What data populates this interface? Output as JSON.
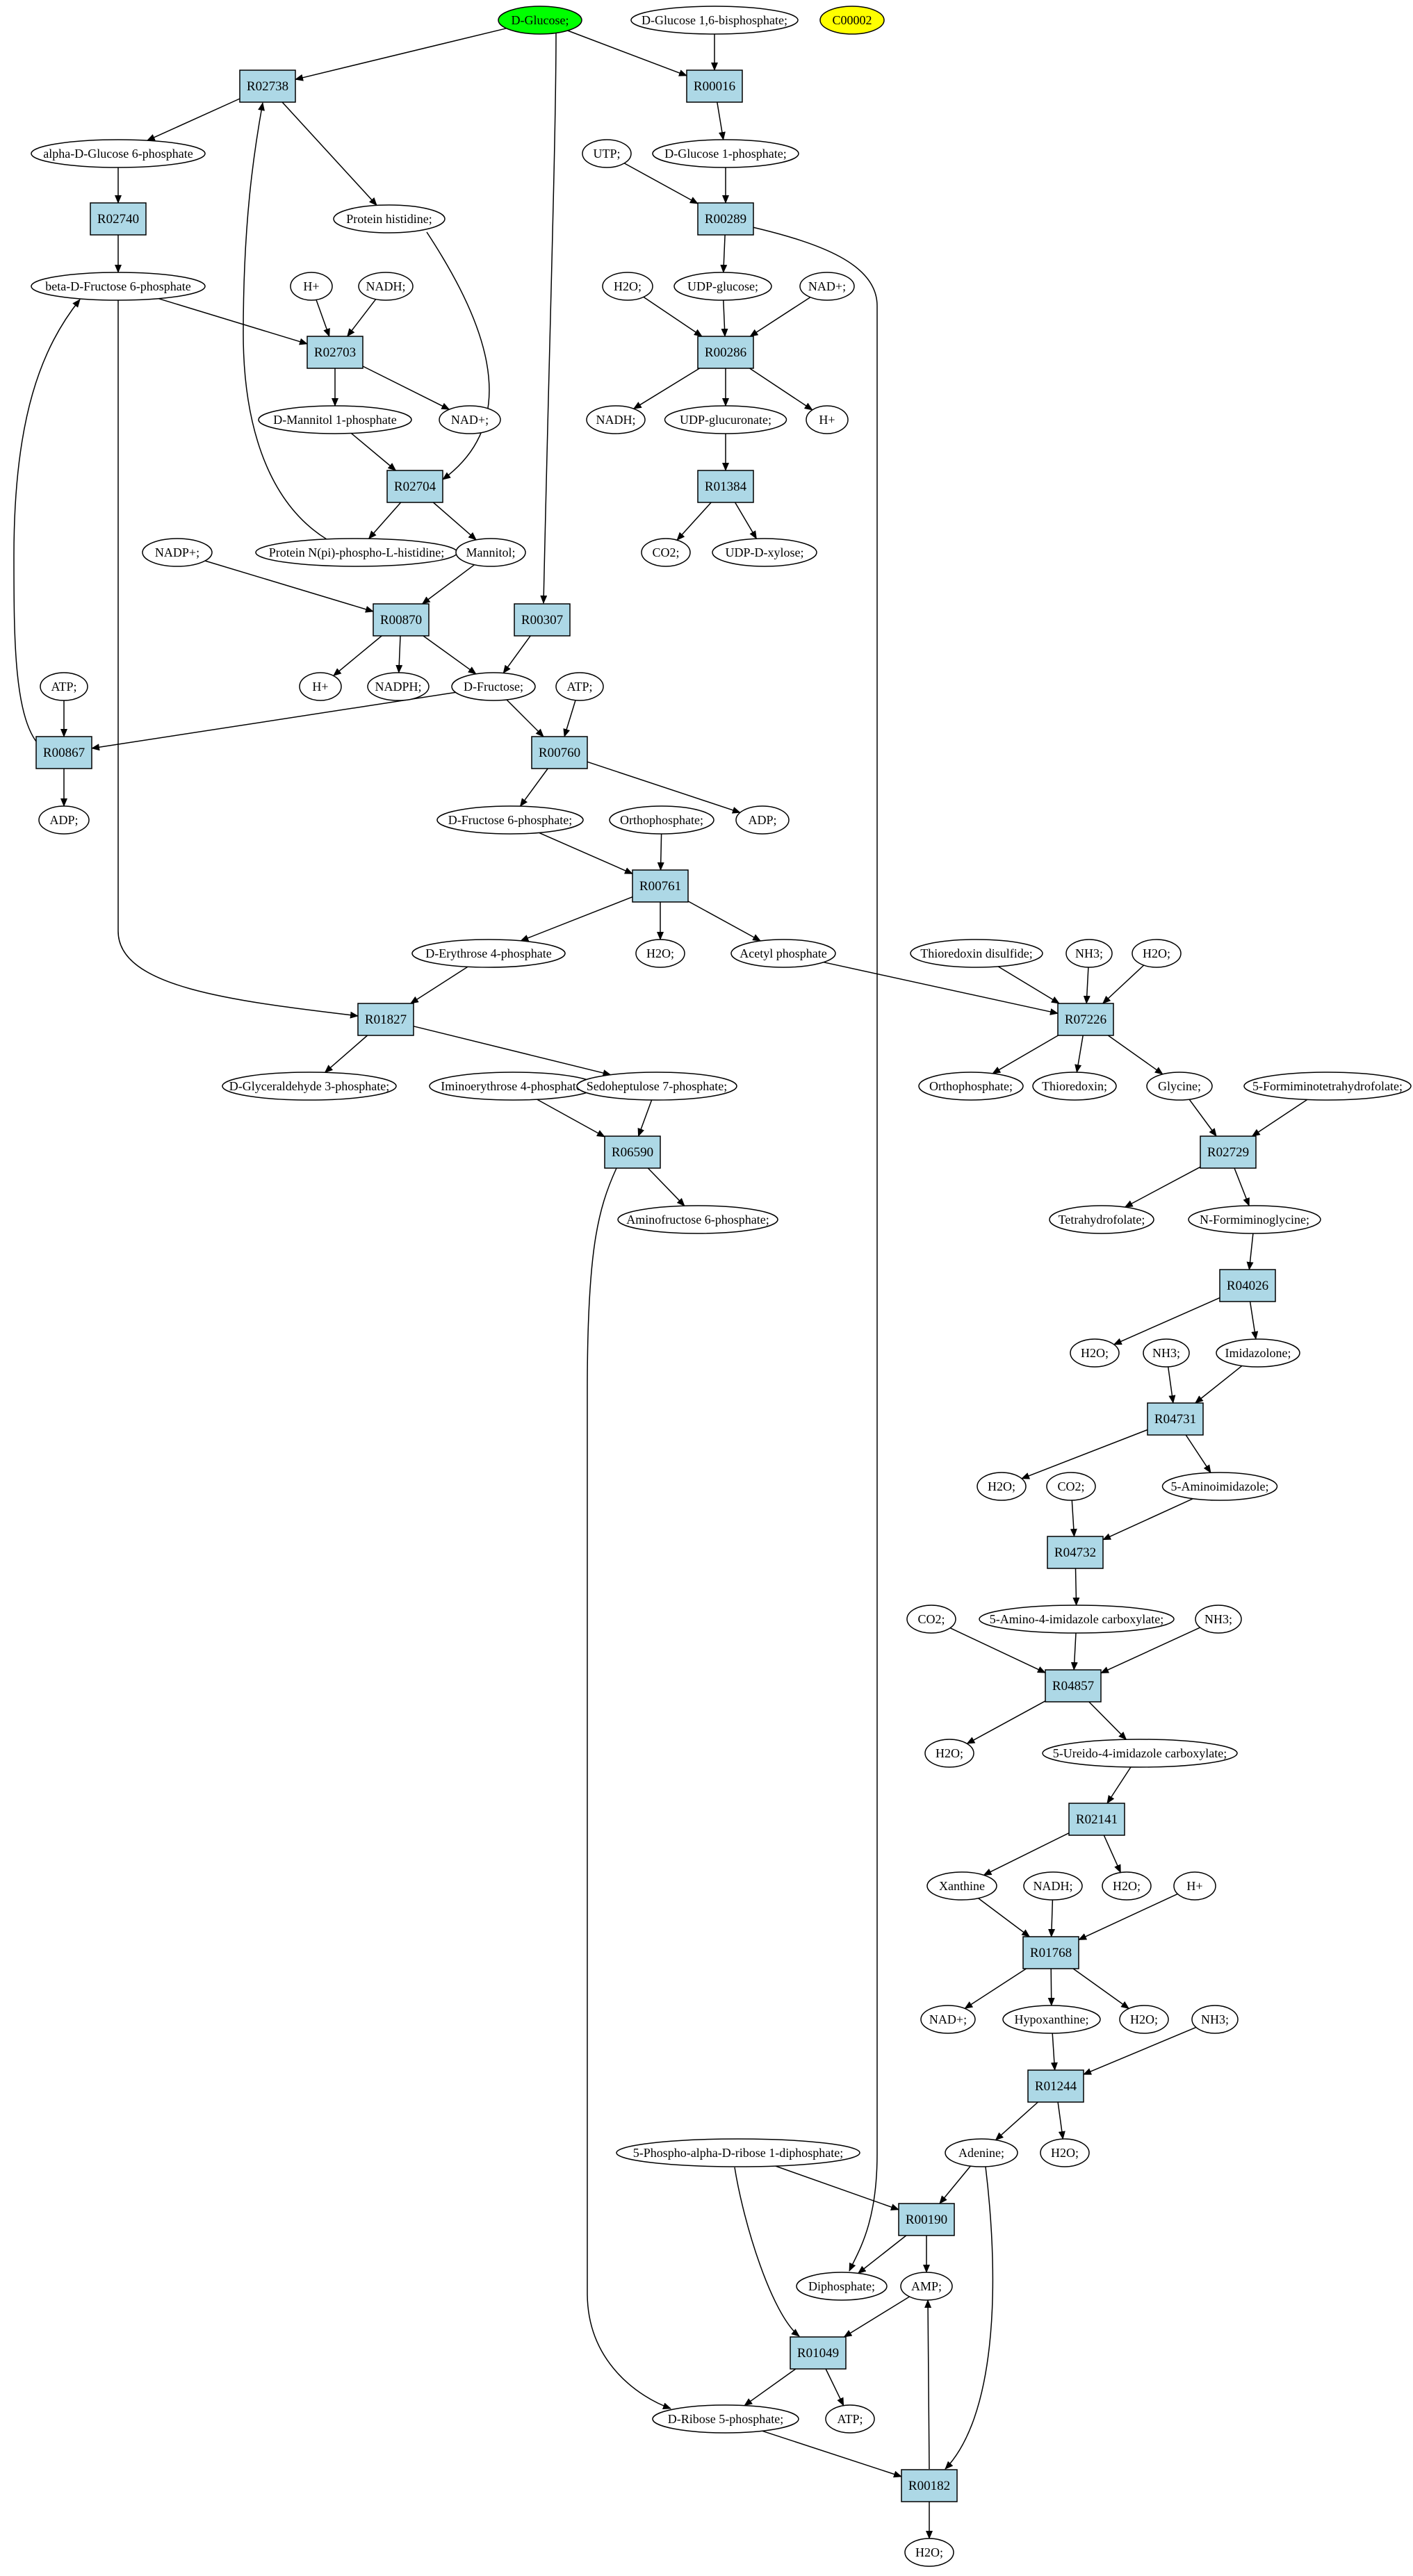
{
  "colors": {
    "reaction_fill": "#add8e6",
    "compound_fill": "#ffffff",
    "start_fill": "#00ff00",
    "legend_fill": "#ffff00",
    "stroke": "#000000"
  },
  "nodes": [
    {
      "id": "c_dglucose",
      "type": "compound",
      "label": "D-Glucose;",
      "highlight": "start"
    },
    {
      "id": "c_dglc16bp",
      "type": "compound",
      "label": "D-Glucose 1,6-bisphosphate;"
    },
    {
      "id": "c_c00002",
      "type": "compound",
      "label": "C00002",
      "highlight": "legend"
    },
    {
      "id": "r_R02738",
      "type": "reaction",
      "label": "R02738"
    },
    {
      "id": "r_R00016",
      "type": "reaction",
      "label": "R00016"
    },
    {
      "id": "c_aglc6p",
      "type": "compound",
      "label": "alpha-D-Glucose 6-phosphate"
    },
    {
      "id": "c_utp",
      "type": "compound",
      "label": "UTP;"
    },
    {
      "id": "c_dglc1p",
      "type": "compound",
      "label": "D-Glucose 1-phosphate;"
    },
    {
      "id": "r_R02740",
      "type": "reaction",
      "label": "R02740"
    },
    {
      "id": "c_protHis",
      "type": "compound",
      "label": "Protein histidine;"
    },
    {
      "id": "r_R00289",
      "type": "reaction",
      "label": "R00289"
    },
    {
      "id": "c_bfru6p",
      "type": "compound",
      "label": "beta-D-Fructose 6-phosphate"
    },
    {
      "id": "c_hplus1",
      "type": "compound",
      "label": "H+"
    },
    {
      "id": "c_nadh1",
      "type": "compound",
      "label": "NADH;"
    },
    {
      "id": "c_h2o_a",
      "type": "compound",
      "label": "H2O;"
    },
    {
      "id": "c_udpglc",
      "type": "compound",
      "label": "UDP-glucose;"
    },
    {
      "id": "c_nadp_a",
      "type": "compound",
      "label": "NAD+;"
    },
    {
      "id": "r_R02703",
      "type": "reaction",
      "label": "R02703"
    },
    {
      "id": "r_R00286",
      "type": "reaction",
      "label": "R00286"
    },
    {
      "id": "c_dmannitol1p",
      "type": "compound",
      "label": "D-Mannitol 1-phosphate"
    },
    {
      "id": "c_nadp_b",
      "type": "compound",
      "label": "NAD+;"
    },
    {
      "id": "c_nadh2",
      "type": "compound",
      "label": "NADH;"
    },
    {
      "id": "c_udpglcA",
      "type": "compound",
      "label": "UDP-glucuronate;"
    },
    {
      "id": "c_hplus2",
      "type": "compound",
      "label": "H+"
    },
    {
      "id": "r_R02704",
      "type": "reaction",
      "label": "R02704"
    },
    {
      "id": "r_R01384",
      "type": "reaction",
      "label": "R01384"
    },
    {
      "id": "c_protNpi",
      "type": "compound",
      "label": "Protein N(pi)-phospho-L-histidine;"
    },
    {
      "id": "c_mannitol",
      "type": "compound",
      "label": "Mannitol;"
    },
    {
      "id": "c_co2_a",
      "type": "compound",
      "label": "CO2;"
    },
    {
      "id": "c_udpxyl",
      "type": "compound",
      "label": "UDP-D-xylose;"
    },
    {
      "id": "c_nadpplus",
      "type": "compound",
      "label": "NADP+;"
    },
    {
      "id": "r_R00870",
      "type": "reaction",
      "label": "R00870"
    },
    {
      "id": "r_R00307",
      "type": "reaction",
      "label": "R00307"
    },
    {
      "id": "c_hplus3",
      "type": "compound",
      "label": "H+"
    },
    {
      "id": "c_nadph",
      "type": "compound",
      "label": "NADPH;"
    },
    {
      "id": "c_dfru",
      "type": "compound",
      "label": "D-Fructose;"
    },
    {
      "id": "c_atp1",
      "type": "compound",
      "label": "ATP;"
    },
    {
      "id": "c_atp2",
      "type": "compound",
      "label": "ATP;"
    },
    {
      "id": "r_R00867",
      "type": "reaction",
      "label": "R00867"
    },
    {
      "id": "r_R00760",
      "type": "reaction",
      "label": "R00760"
    },
    {
      "id": "c_adp1",
      "type": "compound",
      "label": "ADP;"
    },
    {
      "id": "c_dfru6p",
      "type": "compound",
      "label": "D-Fructose 6-phosphate;"
    },
    {
      "id": "c_ortho1",
      "type": "compound",
      "label": "Orthophosphate;"
    },
    {
      "id": "c_adp2",
      "type": "compound",
      "label": "ADP;"
    },
    {
      "id": "r_R00761",
      "type": "reaction",
      "label": "R00761"
    },
    {
      "id": "c_derythrose4p",
      "type": "compound",
      "label": "D-Erythrose 4-phosphate"
    },
    {
      "id": "c_h2o_b",
      "type": "compound",
      "label": "H2O;"
    },
    {
      "id": "c_acetylp",
      "type": "compound",
      "label": "Acetyl phosphate"
    },
    {
      "id": "c_thiodis",
      "type": "compound",
      "label": "Thioredoxin disulfide;"
    },
    {
      "id": "c_nh3_a",
      "type": "compound",
      "label": "NH3;"
    },
    {
      "id": "c_h2o_c",
      "type": "compound",
      "label": "H2O;"
    },
    {
      "id": "r_R01827",
      "type": "reaction",
      "label": "R01827"
    },
    {
      "id": "r_R07226",
      "type": "reaction",
      "label": "R07226"
    },
    {
      "id": "c_dgly3p",
      "type": "compound",
      "label": "D-Glyceraldehyde 3-phosphate;"
    },
    {
      "id": "c_iminoery4p",
      "type": "compound",
      "label": "Iminoerythrose 4-phosphate;"
    },
    {
      "id": "c_sedo7p",
      "type": "compound",
      "label": "Sedoheptulose 7-phosphate;"
    },
    {
      "id": "c_ortho2",
      "type": "compound",
      "label": "Orthophosphate;"
    },
    {
      "id": "c_thioredoxin",
      "type": "compound",
      "label": "Thioredoxin;"
    },
    {
      "id": "c_glycine",
      "type": "compound",
      "label": "Glycine;"
    },
    {
      "id": "c_5fthf",
      "type": "compound",
      "label": "5-Formiminotetrahydrofolate;"
    },
    {
      "id": "r_R06590",
      "type": "reaction",
      "label": "R06590"
    },
    {
      "id": "r_R02729",
      "type": "reaction",
      "label": "R02729"
    },
    {
      "id": "c_aminofru6p",
      "type": "compound",
      "label": "Aminofructose 6-phosphate;"
    },
    {
      "id": "c_thf",
      "type": "compound",
      "label": "Tetrahydrofolate;"
    },
    {
      "id": "c_nfgly",
      "type": "compound",
      "label": "N-Formiminoglycine;"
    },
    {
      "id": "r_R04026",
      "type": "reaction",
      "label": "R04026"
    },
    {
      "id": "c_h2o_d",
      "type": "compound",
      "label": "H2O;"
    },
    {
      "id": "c_nh3_b",
      "type": "compound",
      "label": "NH3;"
    },
    {
      "id": "c_imidazolone",
      "type": "compound",
      "label": "Imidazolone;"
    },
    {
      "id": "r_R04731",
      "type": "reaction",
      "label": "R04731"
    },
    {
      "id": "c_h2o_e",
      "type": "compound",
      "label": "H2O;"
    },
    {
      "id": "c_co2_b",
      "type": "compound",
      "label": "CO2;"
    },
    {
      "id": "c_5aminoimid",
      "type": "compound",
      "label": "5-Aminoimidazole;"
    },
    {
      "id": "r_R04732",
      "type": "reaction",
      "label": "R04732"
    },
    {
      "id": "c_co2_c",
      "type": "compound",
      "label": "CO2;"
    },
    {
      "id": "c_5a4icarb",
      "type": "compound",
      "label": "5-Amino-4-imidazole carboxylate;"
    },
    {
      "id": "c_nh3_c",
      "type": "compound",
      "label": "NH3;"
    },
    {
      "id": "r_R04857",
      "type": "reaction",
      "label": "R04857"
    },
    {
      "id": "c_h2o_f",
      "type": "compound",
      "label": "H2O;"
    },
    {
      "id": "c_5u4icarb",
      "type": "compound",
      "label": "5-Ureido-4-imidazole carboxylate;"
    },
    {
      "id": "r_R02141",
      "type": "reaction",
      "label": "R02141"
    },
    {
      "id": "c_xanthine",
      "type": "compound",
      "label": "Xanthine"
    },
    {
      "id": "c_nadh3",
      "type": "compound",
      "label": "NADH;"
    },
    {
      "id": "c_h2o_g",
      "type": "compound",
      "label": "H2O;"
    },
    {
      "id": "c_hplus4",
      "type": "compound",
      "label": "H+"
    },
    {
      "id": "r_R01768",
      "type": "reaction",
      "label": "R01768"
    },
    {
      "id": "c_nadp_c",
      "type": "compound",
      "label": "NAD+;"
    },
    {
      "id": "c_hypoxanthine",
      "type": "compound",
      "label": "Hypoxanthine;"
    },
    {
      "id": "c_h2o_h",
      "type": "compound",
      "label": "H2O;"
    },
    {
      "id": "c_nh3_d",
      "type": "compound",
      "label": "NH3;"
    },
    {
      "id": "r_R01244",
      "type": "reaction",
      "label": "R01244"
    },
    {
      "id": "c_prpp",
      "type": "compound",
      "label": "5-Phospho-alpha-D-ribose 1-diphosphate;"
    },
    {
      "id": "c_adenine",
      "type": "compound",
      "label": "Adenine;"
    },
    {
      "id": "c_h2o_i",
      "type": "compound",
      "label": "H2O;"
    },
    {
      "id": "r_R00190",
      "type": "reaction",
      "label": "R00190"
    },
    {
      "id": "c_diphosphate",
      "type": "compound",
      "label": "Diphosphate;"
    },
    {
      "id": "c_amp",
      "type": "compound",
      "label": "AMP;"
    },
    {
      "id": "r_R01049",
      "type": "reaction",
      "label": "R01049"
    },
    {
      "id": "c_dribose5p",
      "type": "compound",
      "label": "D-Ribose 5-phosphate;"
    },
    {
      "id": "c_atp3",
      "type": "compound",
      "label": "ATP;"
    },
    {
      "id": "r_R00182",
      "type": "reaction",
      "label": "R00182"
    },
    {
      "id": "c_h2o_j",
      "type": "compound",
      "label": "H2O;"
    }
  ],
  "edges": [
    [
      "c_dglucose",
      "r_R02738"
    ],
    [
      "c_dglucose",
      "r_R00016"
    ],
    [
      "c_dglucose",
      "r_R00307"
    ],
    [
      "c_dglc16bp",
      "r_R00016"
    ],
    [
      "r_R00016",
      "c_dglc1p"
    ],
    [
      "r_R02738",
      "c_aglc6p"
    ],
    [
      "r_R02738",
      "c_protHis"
    ],
    [
      "c_aglc6p",
      "r_R02740"
    ],
    [
      "r_R02740",
      "c_bfru6p"
    ],
    [
      "c_utp",
      "r_R00289"
    ],
    [
      "c_dglc1p",
      "r_R00289"
    ],
    [
      "r_R00289",
      "c_udpglc"
    ],
    [
      "r_R00289",
      "c_diphosphate"
    ],
    [
      "c_bfru6p",
      "r_R02703"
    ],
    [
      "c_hplus1",
      "r_R02703"
    ],
    [
      "c_nadh1",
      "r_R02703"
    ],
    [
      "r_R02703",
      "c_dmannitol1p"
    ],
    [
      "r_R02703",
      "c_nadp_b"
    ],
    [
      "c_bfru6p",
      "r_R01827"
    ],
    [
      "c_h2o_a",
      "r_R00286"
    ],
    [
      "c_udpglc",
      "r_R00286"
    ],
    [
      "c_nadp_a",
      "r_R00286"
    ],
    [
      "r_R00286",
      "c_nadh2"
    ],
    [
      "r_R00286",
      "c_udpglcA"
    ],
    [
      "r_R00286",
      "c_hplus2"
    ],
    [
      "c_udpglcA",
      "r_R01384"
    ],
    [
      "r_R01384",
      "c_co2_a"
    ],
    [
      "r_R01384",
      "c_udpxyl"
    ],
    [
      "c_dmannitol1p",
      "r_R02704"
    ],
    [
      "c_protHis",
      "r_R02704"
    ],
    [
      "r_R02704",
      "c_protNpi"
    ],
    [
      "r_R02704",
      "c_mannitol"
    ],
    [
      "c_protNpi",
      "r_R02738"
    ],
    [
      "c_nadpplus",
      "r_R00870"
    ],
    [
      "c_mannitol",
      "r_R00870"
    ],
    [
      "r_R00870",
      "c_hplus3"
    ],
    [
      "r_R00870",
      "c_nadph"
    ],
    [
      "r_R00870",
      "c_dfru"
    ],
    [
      "r_R00307",
      "c_dfru"
    ],
    [
      "c_atp1",
      "r_R00867"
    ],
    [
      "c_dfru",
      "r_R00867"
    ],
    [
      "r_R00867",
      "c_adp1"
    ],
    [
      "r_R00867",
      "c_bfru6p"
    ],
    [
      "c_dfru",
      "r_R00760"
    ],
    [
      "c_atp2",
      "r_R00760"
    ],
    [
      "r_R00760",
      "c_dfru6p"
    ],
    [
      "r_R00760",
      "c_adp2"
    ],
    [
      "c_dfru6p",
      "r_R00761"
    ],
    [
      "c_ortho1",
      "r_R00761"
    ],
    [
      "r_R00761",
      "c_derythrose4p"
    ],
    [
      "r_R00761",
      "c_h2o_b"
    ],
    [
      "r_R00761",
      "c_acetylp"
    ],
    [
      "c_derythrose4p",
      "r_R01827"
    ],
    [
      "r_R01827",
      "c_dgly3p"
    ],
    [
      "r_R01827",
      "c_sedo7p"
    ],
    [
      "c_acetylp",
      "r_R07226"
    ],
    [
      "c_thiodis",
      "r_R07226"
    ],
    [
      "c_nh3_a",
      "r_R07226"
    ],
    [
      "c_h2o_c",
      "r_R07226"
    ],
    [
      "r_R07226",
      "c_ortho2"
    ],
    [
      "r_R07226",
      "c_thioredoxin"
    ],
    [
      "r_R07226",
      "c_glycine"
    ],
    [
      "c_iminoery4p",
      "r_R06590"
    ],
    [
      "c_sedo7p",
      "r_R06590"
    ],
    [
      "r_R06590",
      "c_aminofru6p"
    ],
    [
      "r_R06590",
      "c_dribose5p"
    ],
    [
      "c_glycine",
      "r_R02729"
    ],
    [
      "c_5fthf",
      "r_R02729"
    ],
    [
      "r_R02729",
      "c_thf"
    ],
    [
      "r_R02729",
      "c_nfgly"
    ],
    [
      "c_nfgly",
      "r_R04026"
    ],
    [
      "r_R04026",
      "c_h2o_d"
    ],
    [
      "r_R04026",
      "c_imidazolone"
    ],
    [
      "c_nh3_b",
      "r_R04731"
    ],
    [
      "c_imidazolone",
      "r_R04731"
    ],
    [
      "r_R04731",
      "c_h2o_e"
    ],
    [
      "r_R04731",
      "c_5aminoimid"
    ],
    [
      "c_co2_b",
      "r_R04732"
    ],
    [
      "c_5aminoimid",
      "r_R04732"
    ],
    [
      "r_R04732",
      "c_5a4icarb"
    ],
    [
      "c_co2_c",
      "r_R04857"
    ],
    [
      "c_5a4icarb",
      "r_R04857"
    ],
    [
      "c_nh3_c",
      "r_R04857"
    ],
    [
      "r_R04857",
      "c_h2o_f"
    ],
    [
      "r_R04857",
      "c_5u4icarb"
    ],
    [
      "c_5u4icarb",
      "r_R02141"
    ],
    [
      "r_R02141",
      "c_xanthine"
    ],
    [
      "r_R02141",
      "c_h2o_g"
    ],
    [
      "c_xanthine",
      "r_R01768"
    ],
    [
      "c_nadh3",
      "r_R01768"
    ],
    [
      "c_hplus4",
      "r_R01768"
    ],
    [
      "r_R01768",
      "c_nadp_c"
    ],
    [
      "r_R01768",
      "c_hypoxanthine"
    ],
    [
      "r_R01768",
      "c_h2o_h"
    ],
    [
      "c_hypoxanthine",
      "r_R01244"
    ],
    [
      "c_nh3_d",
      "r_R01244"
    ],
    [
      "r_R01244",
      "c_adenine"
    ],
    [
      "r_R01244",
      "c_h2o_i"
    ],
    [
      "c_prpp",
      "r_R00190"
    ],
    [
      "c_adenine",
      "r_R00190"
    ],
    [
      "r_R00190",
      "c_diphosphate"
    ],
    [
      "r_R00190",
      "c_amp"
    ],
    [
      "c_prpp",
      "r_R01049"
    ],
    [
      "c_amp",
      "r_R01049"
    ],
    [
      "r_R01049",
      "c_dribose5p"
    ],
    [
      "r_R01049",
      "c_atp3"
    ],
    [
      "c_adenine",
      "r_R00182"
    ],
    [
      "c_dribose5p",
      "r_R00182"
    ],
    [
      "r_R00182",
      "c_amp"
    ],
    [
      "r_R00182",
      "c_h2o_j"
    ]
  ]
}
